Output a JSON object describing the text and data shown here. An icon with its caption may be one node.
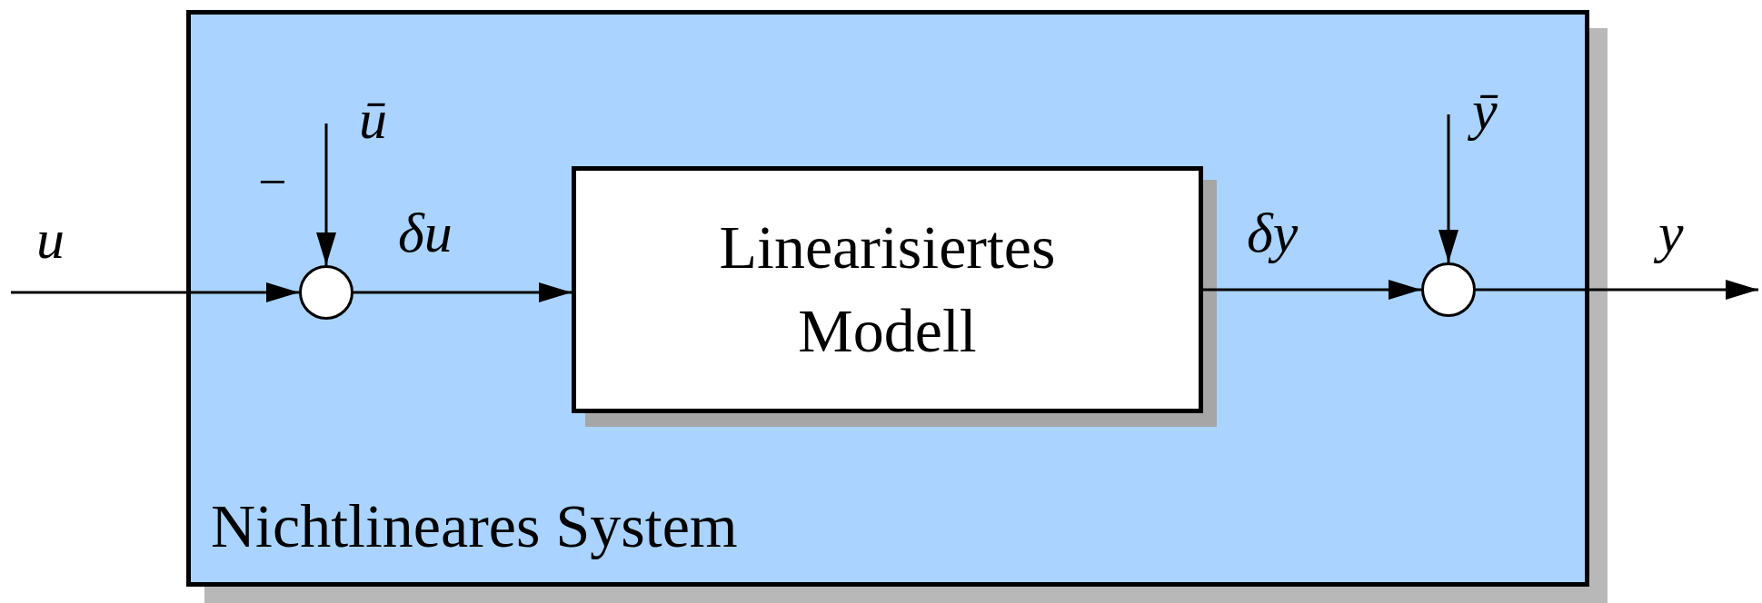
{
  "diagram": {
    "nodes": [
      {
        "text": [
          "Nichtlineares System"
        ]
      },
      {
        "text": [],
        "shape": "circle",
        "in": 0
      },
      {
        "text": [
          "Linearisiertes Modell"
        ],
        "in": 0
      },
      {
        "text": [],
        "shape": "circle",
        "in": 0
      }
    ],
    "edges": [
      {
        "from": null,
        "to": 1,
        "arrow": "to",
        "label": "u"
      },
      {
        "from": null,
        "to": 1,
        "arrow": "to",
        "label": "ū"
      },
      {
        "from": 1,
        "to": 2,
        "arrow": "to",
        "label": "δu"
      },
      {
        "from": 2,
        "to": 3,
        "arrow": "to",
        "label": "δy"
      },
      {
        "from": null,
        "to": 3,
        "arrow": "to",
        "label": "ȳ"
      },
      {
        "from": 3,
        "to": null,
        "arrow": "to",
        "label": "y"
      }
    ],
    "labels": [
      "−"
    ]
  }
}
